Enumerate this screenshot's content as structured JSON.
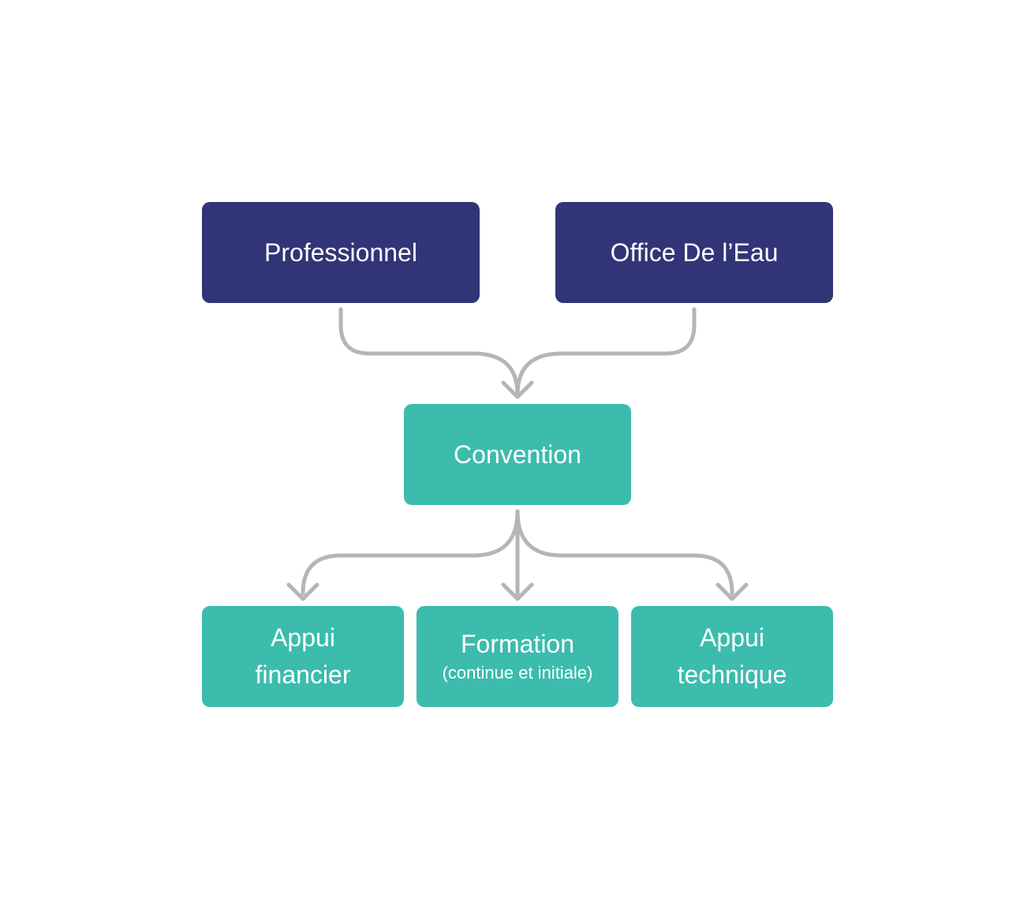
{
  "diagram": {
    "colors": {
      "dark_box": "#313577",
      "teal_box": "#3cbcad",
      "connector": "#b5b5b5",
      "text": "#ffffff",
      "background": "#ffffff"
    },
    "top_nodes": {
      "professionnel": "Professionnel",
      "office": "Office De l’Eau"
    },
    "center_node": {
      "convention": "Convention"
    },
    "bottom_nodes": {
      "appui_financier": {
        "line1": "Appui",
        "line2": "financier"
      },
      "formation": {
        "title": "Formation",
        "subtitle": "(continue et initiale)"
      },
      "appui_technique": {
        "line1": "Appui",
        "line2": "technique"
      }
    }
  }
}
